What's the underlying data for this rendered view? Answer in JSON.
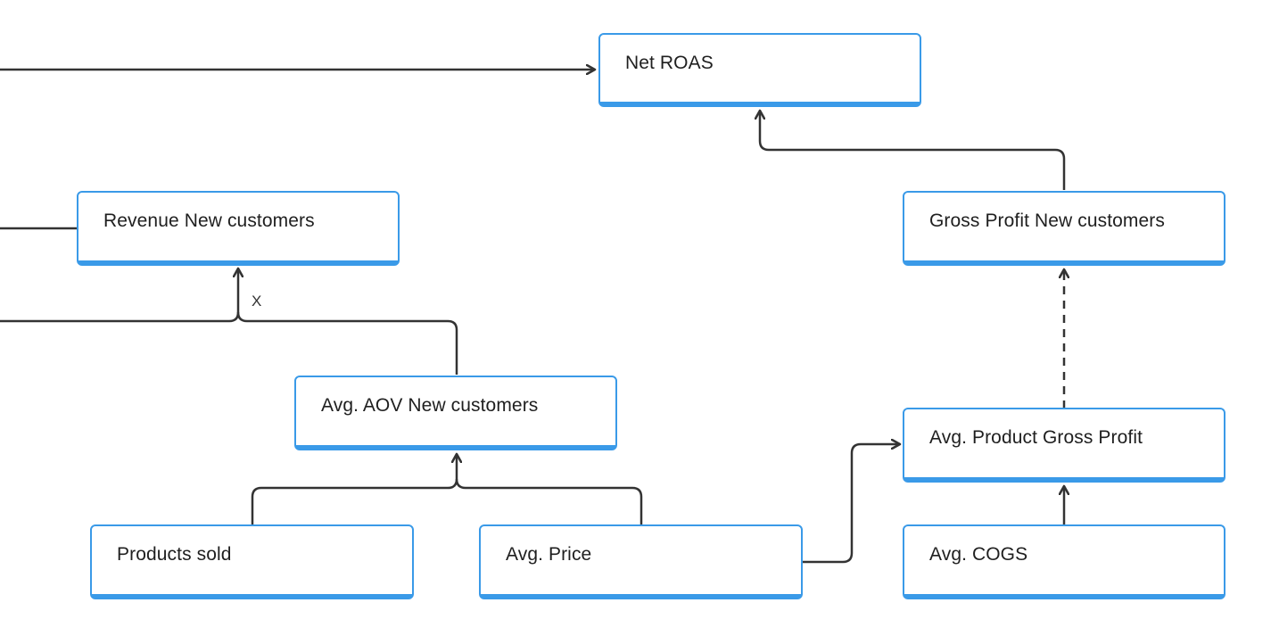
{
  "nodes": {
    "net_roas": "Net ROAS",
    "revenue_new_customers": "Revenue New customers",
    "gross_profit_new_customers": "Gross Profit New customers",
    "avg_aov_new_customers": "Avg. AOV New customers",
    "avg_product_gross_profit": "Avg. Product Gross Profit",
    "products_sold": "Products sold",
    "avg_price": "Avg. Price",
    "avg_cogs": "Avg. COGS"
  },
  "edge_labels": {
    "multiply": "X"
  },
  "colors": {
    "node_border": "#3a9ae8",
    "connector": "#333333",
    "text": "#1f1f1f"
  }
}
